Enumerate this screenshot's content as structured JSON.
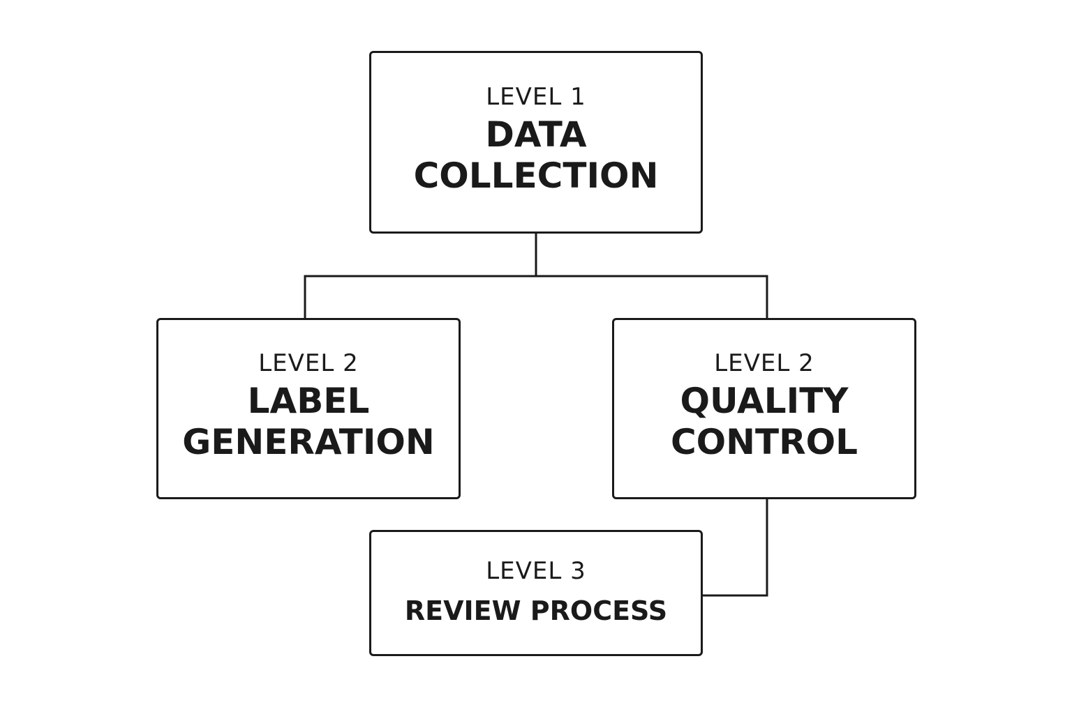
{
  "nodes": {
    "data_collection": {
      "level": "LEVEL 1",
      "title_lines": [
        "DATA",
        "COLLECTION"
      ]
    },
    "label_generation": {
      "level": "LEVEL 2",
      "title_lines": [
        "LABEL",
        "GENERATION"
      ]
    },
    "quality_control": {
      "level": "LEVEL 2",
      "title_lines": [
        "QUALITY",
        "CONTROL"
      ]
    },
    "review_process": {
      "level": "LEVEL 3",
      "title_lines": [
        "REVIEW PROCESS"
      ]
    }
  },
  "colors": {
    "line": "#1a1a1a",
    "background": "#ffffff"
  }
}
